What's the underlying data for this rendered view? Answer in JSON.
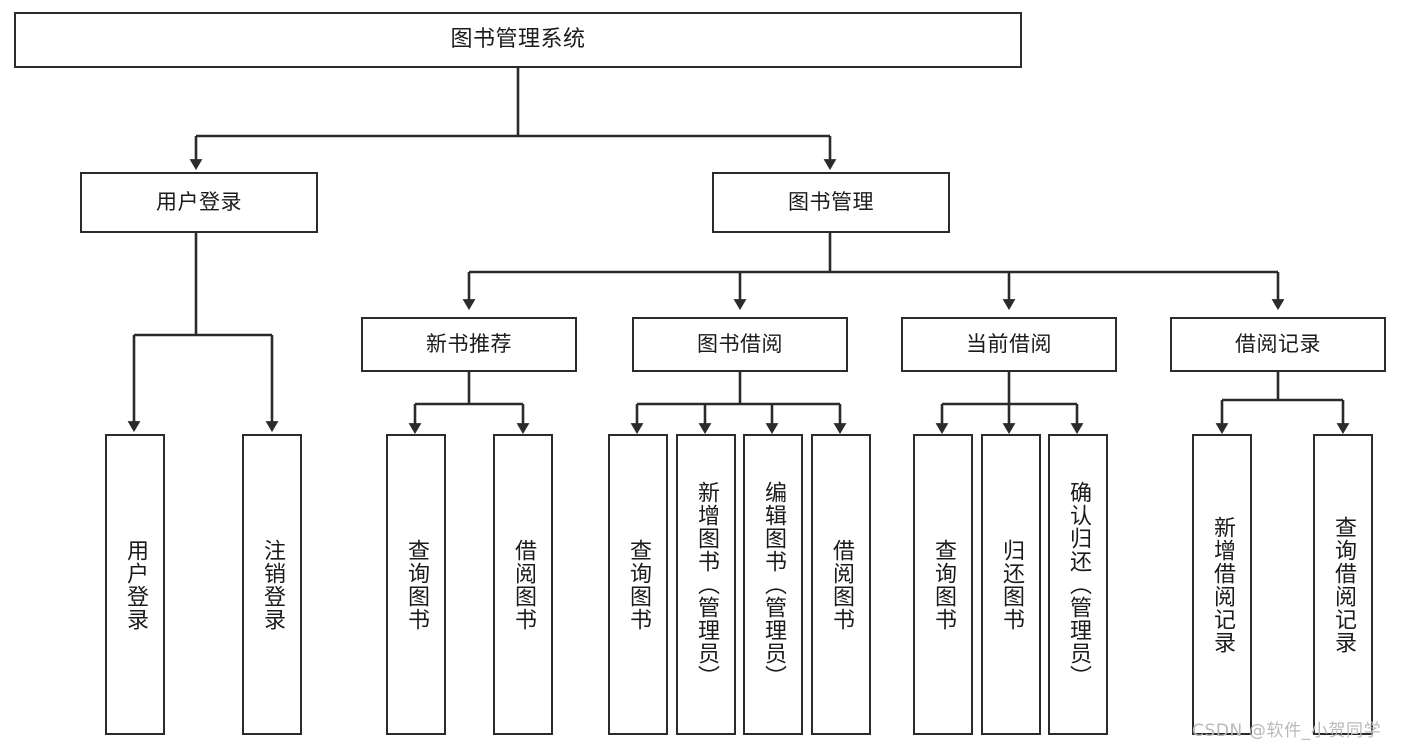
{
  "diagram": {
    "title": "图书管理系统",
    "watermark": "CSDN @软件_小贺同学",
    "colors": {
      "stroke": "#2b2b2b",
      "fill": "#ffffff",
      "text": "#1b1b1b",
      "watermark": "#b9b9b9"
    },
    "nodes": {
      "root": {
        "label": "图书管理系统"
      },
      "level1": [
        {
          "id": "user-login",
          "label": "用户登录"
        },
        {
          "id": "book-manage",
          "label": "图书管理"
        }
      ],
      "level2": [
        {
          "id": "new-book-recommend",
          "label": "新书推荐"
        },
        {
          "id": "book-borrow",
          "label": "图书借阅"
        },
        {
          "id": "current-borrow",
          "label": "当前借阅"
        },
        {
          "id": "borrow-record",
          "label": "借阅记录"
        }
      ],
      "leaves": {
        "user-login": [
          {
            "id": "leaf-user-login",
            "label": "用户登录"
          },
          {
            "id": "leaf-logout-login",
            "label": "注销登录"
          }
        ],
        "new-book-recommend": [
          {
            "id": "leaf-query-book-1",
            "label": "查询图书"
          },
          {
            "id": "leaf-borrow-book-1",
            "label": "借阅图书"
          }
        ],
        "book-borrow": [
          {
            "id": "leaf-query-book-2",
            "label": "查询图书"
          },
          {
            "id": "leaf-add-book",
            "label": "新增图书（管理员）"
          },
          {
            "id": "leaf-edit-book",
            "label": "编辑图书（管理员）"
          },
          {
            "id": "leaf-borrow-book-2",
            "label": "借阅图书"
          }
        ],
        "current-borrow": [
          {
            "id": "leaf-query-book-3",
            "label": "查询图书"
          },
          {
            "id": "leaf-return-book",
            "label": "归还图书"
          },
          {
            "id": "leaf-confirm-return",
            "label": "确认归还（管理员）"
          }
        ],
        "borrow-record": [
          {
            "id": "leaf-add-record",
            "label": "新增借阅记录"
          },
          {
            "id": "leaf-query-record",
            "label": "查询借阅记录"
          }
        ]
      }
    }
  }
}
